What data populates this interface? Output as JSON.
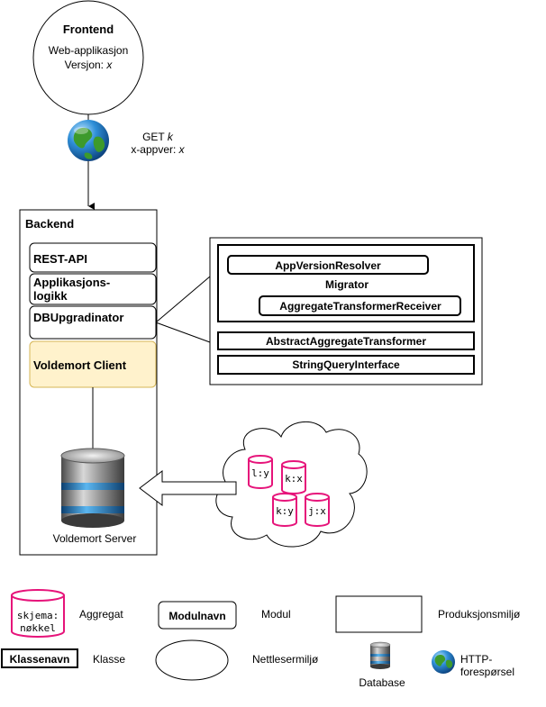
{
  "frontend": {
    "title": "Frontend",
    "line1": "Web-applikasjon",
    "line2_prefix": "Versjon: ",
    "line2_var": "x"
  },
  "request": {
    "line1_prefix": "GET ",
    "line1_var": "k",
    "line2_prefix": "x-appver: ",
    "line2_var": "x"
  },
  "backend": {
    "title": "Backend",
    "modules": {
      "rest_api": "REST-API",
      "app_logic_line1": "Applikasjons-",
      "app_logic_line2": "logikk",
      "db_upgrader": "DBUpgradinator",
      "voldemort_client": "Voldemort Client"
    }
  },
  "db_upgrader_detail": {
    "resolver": "AppVersionResolver",
    "migrator": "Migrator",
    "receiver": "AggregateTransformerReceiver",
    "abstract_transformer": "AbstractAggregateTransformer",
    "string_query": "StringQueryInterface"
  },
  "server": {
    "label": "Voldemort Server"
  },
  "aggregates": [
    "l:y",
    "k:x",
    "k:y",
    "j:x"
  ],
  "legend": {
    "aggregate_sample_line1": "skjema:",
    "aggregate_sample_line2": "nøkkel",
    "aggregate_label": "Aggregat",
    "module_sample": "Modulnavn",
    "module_label": "Modul",
    "production_label": "Produksjonsmiljø",
    "class_sample": "Klassenavn",
    "class_label": "Klasse",
    "browser_label": "Nettlesermiljø",
    "database_label": "Database",
    "http_label_line1": "HTTP-",
    "http_label_line2": "forespørsel"
  },
  "colors": {
    "aggregate_pink": "#e6147a",
    "client_fill": "#fff2cc",
    "client_stroke": "#d6b656"
  }
}
